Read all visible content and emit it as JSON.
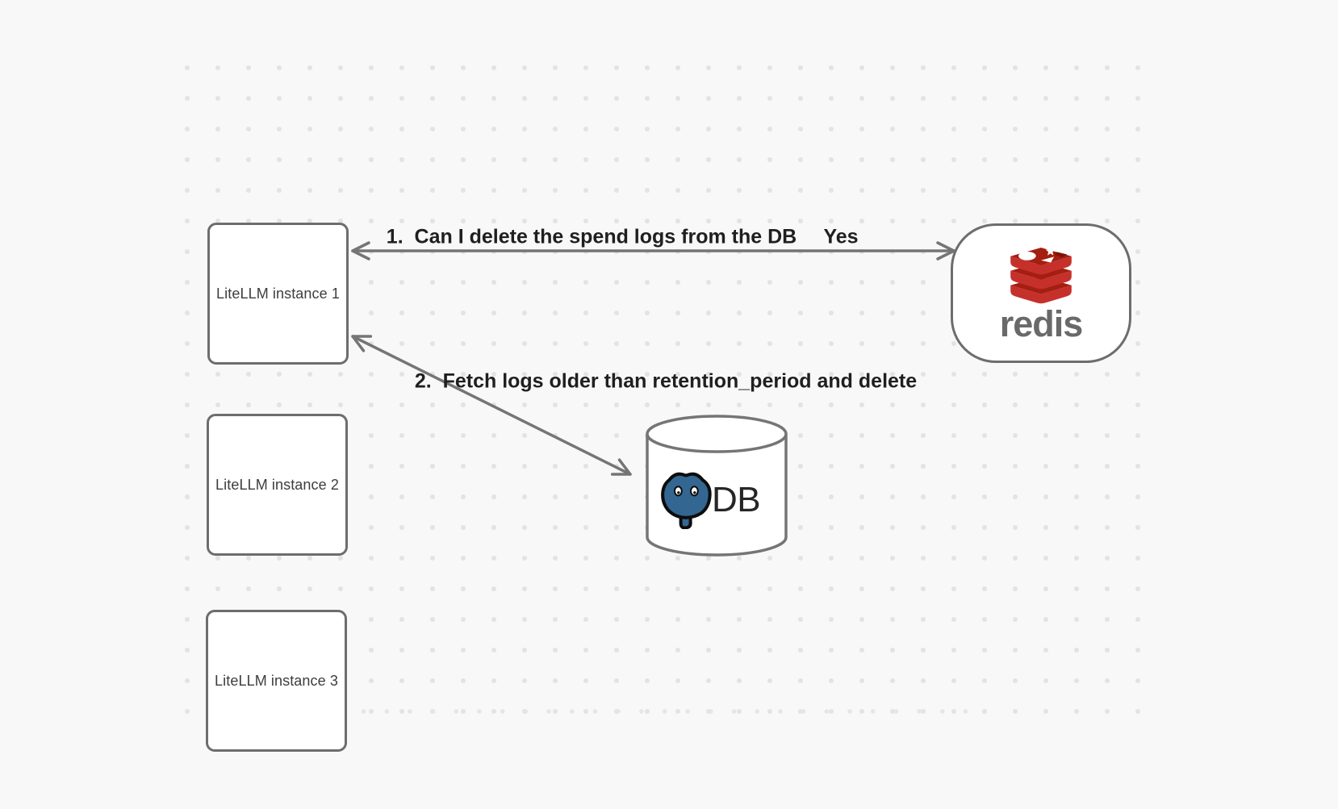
{
  "canvas": {
    "background": "#f8f8f8",
    "dot_color": "#e3e3e3"
  },
  "nodes": {
    "instance1": {
      "label": "LiteLLM instance 1"
    },
    "instance2": {
      "label": "LiteLLM instance 2"
    },
    "instance3": {
      "label": "LiteLLM instance 3"
    },
    "redis": {
      "wordmark": "redis"
    },
    "db": {
      "label": "DB"
    }
  },
  "annotations": {
    "step1": "1.  Can I delete the spend logs from the DB",
    "step1_answer": "Yes",
    "step2": "2.  Fetch logs older than retention_period and delete"
  },
  "colors": {
    "arrow_gray": "#757575",
    "border_gray": "#6d6d6d",
    "redis_red_front": "#C6302B",
    "redis_red_top": "#A41E11",
    "redis_dark_notch": "#7E1206",
    "redis_wordmark_gray": "#696969",
    "postgres_blue": "#336791",
    "outline_black": "#0d0d0d",
    "text_dark": "#1f1f1f"
  }
}
